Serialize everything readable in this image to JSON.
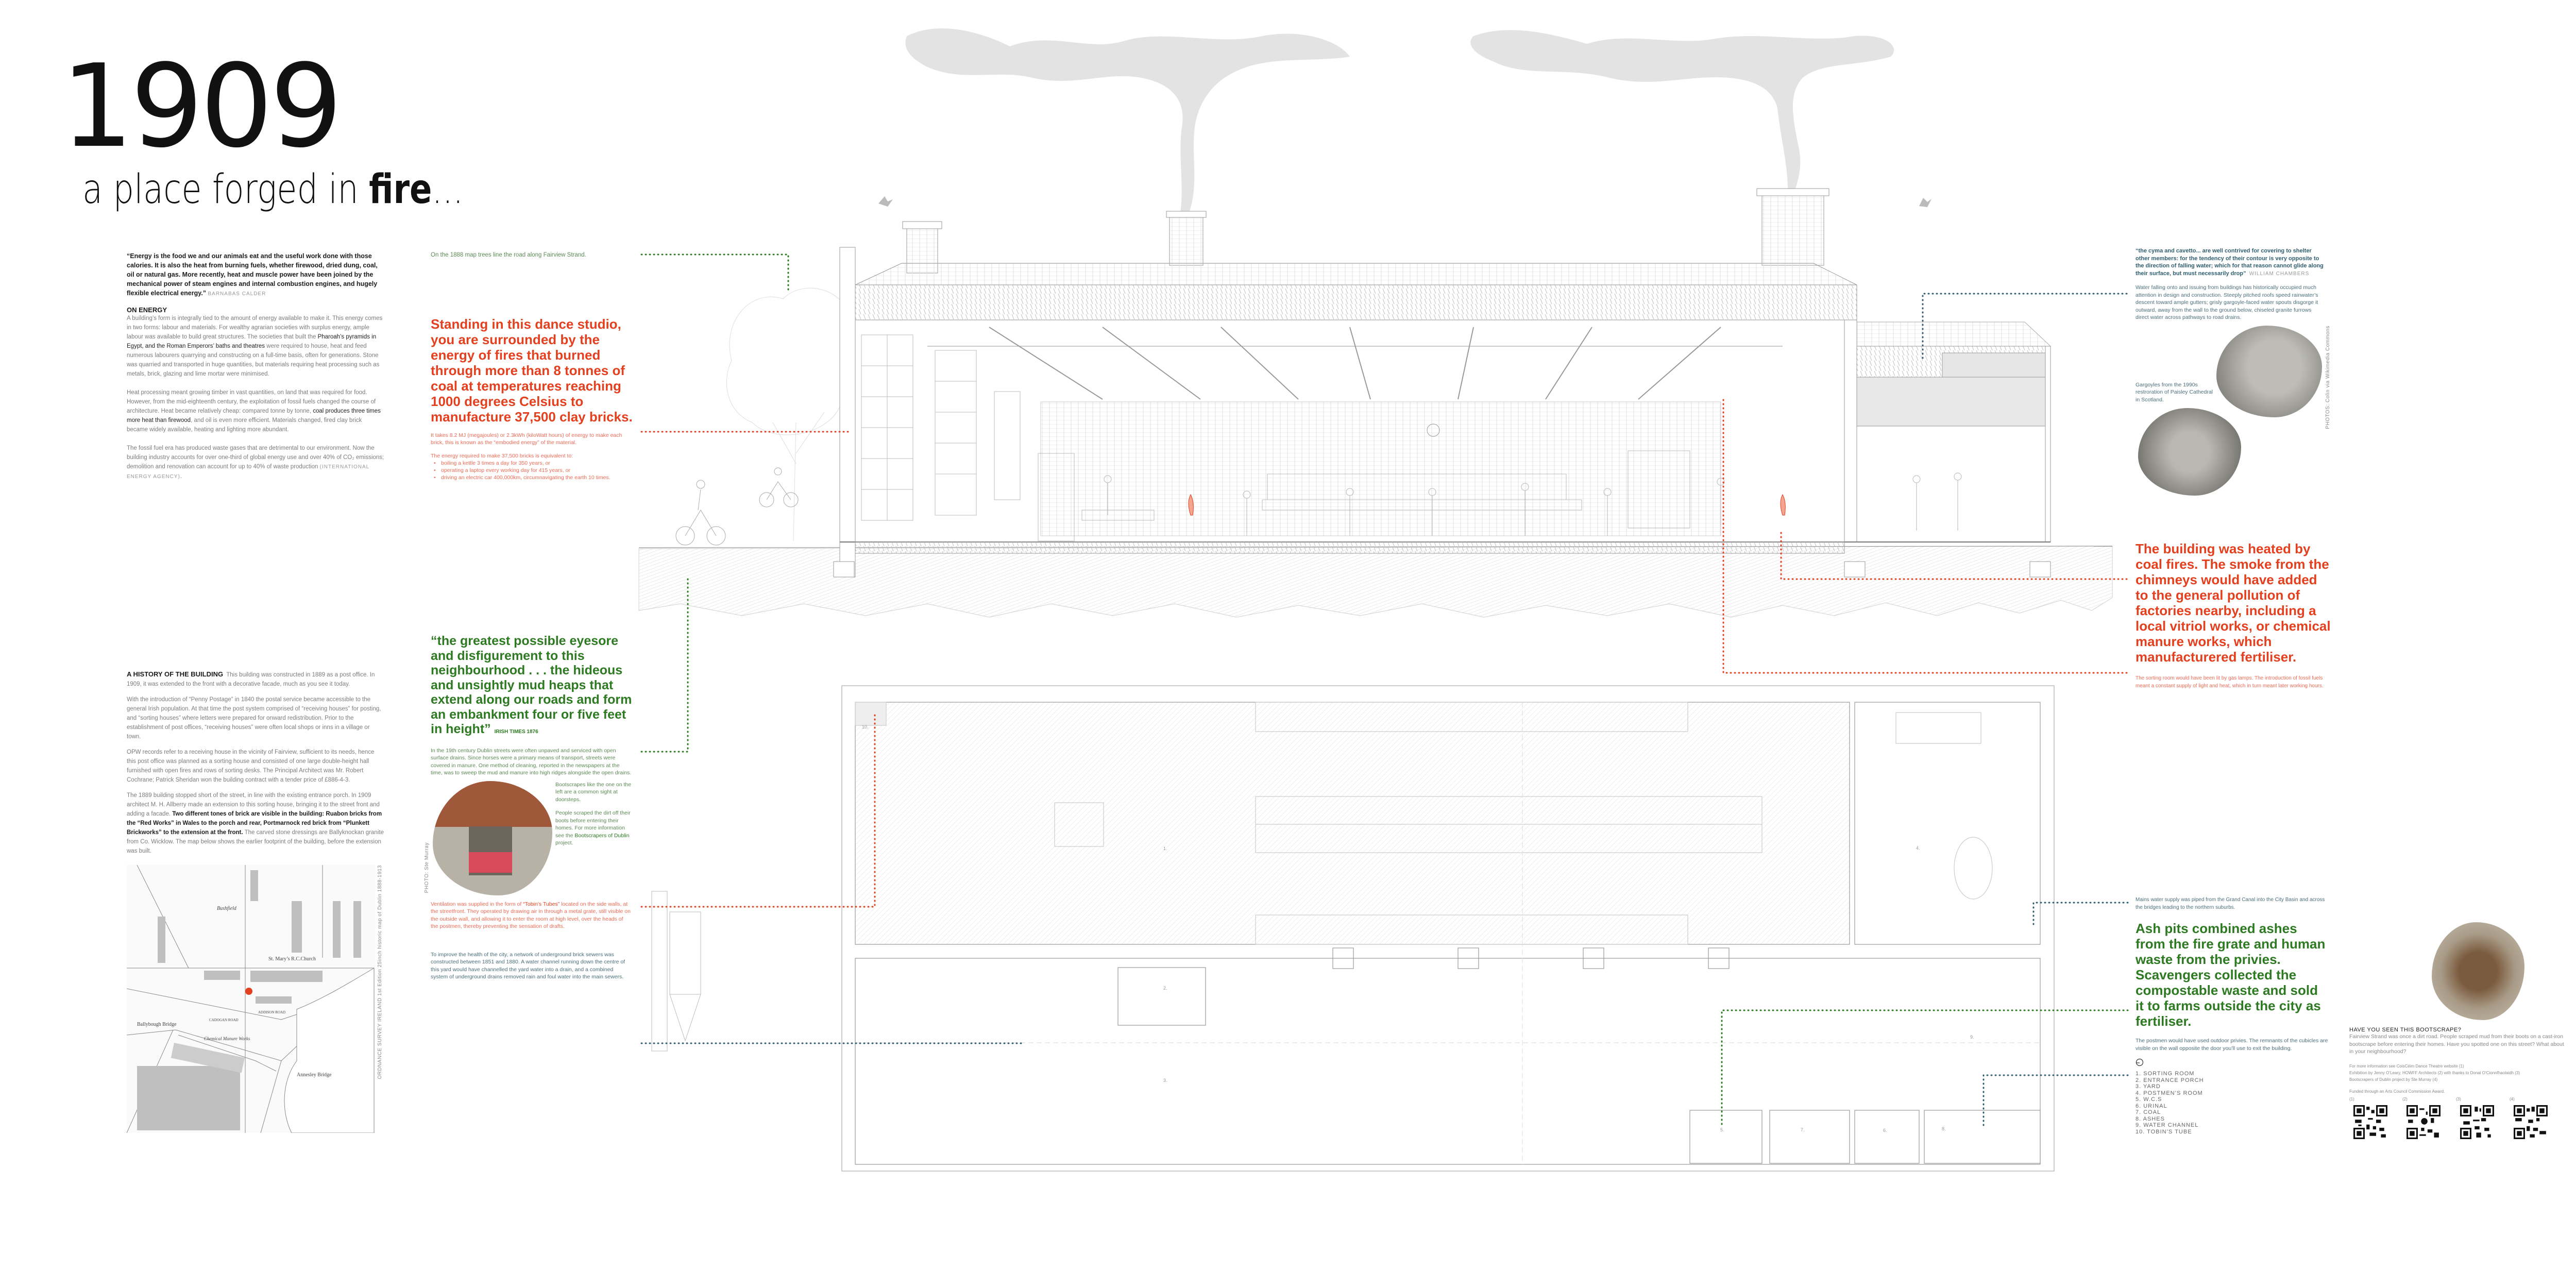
{
  "title": {
    "year": "1909",
    "subtitle_pre": "a place forged in ",
    "subtitle_bold": "fire",
    "subtitle_post": "..."
  },
  "left": {
    "quote": {
      "text": "“Energy is the food we and our animals eat and the useful work done with those calories.  It is also the heat from burning fuels, whether firewood, dried dung, coal, oil or natural gas. More recently, heat and muscle power have been joined by the mechanical power of steam engines and internal combustion engines, and hugely flexible electrical energy.”",
      "attribution": "BARNABAS CALDER"
    },
    "on_energy": {
      "heading": "ON ENERGY",
      "p1": {
        "a": "A building’s form is integrally tied to the amount of energy available to make it. This energy comes in two forms: labour and materials.  For wealthy agrarian societies with surplus energy, ample labour was available to build great structures. The societies that built the ",
        "b": "Pharoah’s pyramids in Egypt, and the Roman Emperors’ baths and theatres",
        "c": " were required to house, heat and feed numerous labourers quarrying and constructing on a full-time basis, often for generations. Stone was quarried and transported in huge quantities, but materials requiring heat processing such as metals, brick, glazing and lime mortar were minimised."
      },
      "p2": {
        "a": "Heat processing meant growing timber in vast quantities, on land that was required for food. However, from the mid-eighteenth century, the exploitation of fossil fuels changed the course of architecture. Heat became relatively cheap: compared tonne by tonne, ",
        "b": "coal produces three times more heat than firewood",
        "c": ", and oil is even more efficient. Materials changed, fired clay brick became widely available, heating and lighting more abundant."
      },
      "p3": {
        "a": "The fossil fuel era has produced waste gases that are detrimental to our environment. Now the building industry accounts for over one-third of global energy use and over 40% of CO₂ emissions; demolition and renovation can account for up to 40% of waste production ",
        "src": "(INTERNATIONAL ENERGY AGENCY)",
        "end": "."
      }
    },
    "history": {
      "heading": "A HISTORY OF THE BUILDING",
      "intro": "This building was constructed in 1889 as a post office.   In 1909, it was extended to the front with a decorative facade, much as you see it today.",
      "p1": "With the introduction of “Penny Postage” in 1840 the postal service became accessible to the general Irish population.   At that time the post system comprised of “receiving houses” for posting,  and “sorting houses” where letters were prepared for onward redistribution. Prior to the establishment of post offices, “receiving houses” were often local shops or inns in a village or town.",
      "p2": "OPW records refer to a receiving house in the vicinity of Fairview, sufficient to its needs, hence this post office was planned as a sorting house and consisted of one large double-height hall furnished with open fires and rows of sorting desks.  The Principal Architect was Mr. Robert Cochrane; Patrick Sheridan won the building contract with a tender price of £886-4-3.",
      "p3": {
        "a": "The 1889 building stopped short of the street, in line with the existing entrance porch.  In 1909 architect M. H. Allberry made an extension to this sorting house, bringing it to the street front and adding a facade.  ",
        "b": "Two different tones of brick are visible in the building: Ruabon bricks from the “Red Works” in Wales to the porch and rear, Portmarnock red brick from “Plunkett Brickworks” to the extension at the front.",
        "c": " The carved stone dressings are Ballyknockan granite from Co. Wicklow. The map below shows the earlier footprint of the building, before the extension was built."
      }
    },
    "map": {
      "credit": "ORDNANCE SURVEY IRELAND 1st Edition 25inch historic map of Dublin 1888-1913",
      "labels": [
        "Bushfield",
        "St. Mary’s R.C.Church",
        "Ballybough Bridge",
        "Chemical Manure Works",
        "ADDISON ROAD",
        "CADOGAN ROAD",
        "Annesley Bridge"
      ]
    }
  },
  "middle": {
    "trees_note": "On the 1888 map trees line the road along Fairview Strand.",
    "fire_heading": "Standing in this dance studio, you are surrounded by the energy of fires that burned through more than 8 tonnes of coal at temperatures reaching 1000 degrees Celsius to manufacture 37,500 clay bricks.",
    "embodied": "It takes 8.2 MJ (megajoules) or 2.3kWh (kiloWatt hours) of energy to make each brick, this is known as the “embodied energy” of the material.",
    "equivalent_intro": "The energy required to make 37,500 bricks is equivalent to:",
    "equivalents": [
      "boiling a kettle 3 times a day for 350 years, or",
      "operating a laptop every working day for 415 years,  or",
      "driving an electric car 400,000km, circumnavigating the earth 10 times."
    ],
    "eyesore_quote": "“the greatest possible eyesore and disfigurement to this neighbourhood . . . the hideous and unsightly mud heaps that extend along our roads and form an embankment four or five feet in height”",
    "eyesore_attribution": "IRISH TIMES 1876",
    "streets": "In the 19th century Dublin streets were often unpaved and serviced with open surface drains. Since horses were a primary means of transport, streets were covered in manure. One method of cleaning, reported in the newspapers at the time, was to sweep the mud and manure into high ridges alongside the open drains.",
    "bootscrapers_note": "Bootscrapes like the one on the left are a common sight at doorsteps.",
    "bootscrapers_more": {
      "a": "People scraped the dirt off their boots before entering their homes. For more information see the ",
      "link": "Bootscrapers of Dublin",
      "c": " project."
    },
    "photo_credit": "PHOTO: Ste Murray",
    "tobin": {
      "a": "Ventilation was supplied in the form of ",
      "b": "“Tobin’s Tubes”",
      "c": " located on the side walls, at the streetfront. They operated by drawing air in through a metal grate, still visible on the outside wall, and allowing it to enter the room at high level, over the heads of the postmen, thereby preventing the sensation of drafts."
    },
    "sewers": "To improve the health of the city, a network of underground brick sewers was constructed between 1851 and 1880.  A water channel running down the centre of this yard would have channelled the yard water into a drain, and a combined system of underground drains removed rain and foul water into the main sewers."
  },
  "right": {
    "chambers_quote": "“the cyma and cavetto... are well contrived for covering to shelter other members: for the tendency of their contour is very opposite to the direction of falling water; which for that reason cannot glide along their surface, but must necessarily drop”",
    "chambers_attribution": "WILLIAM CHAMBERS",
    "water": "Water falling onto and issuing from buildings has historically occupied much attention in design and construction. Steeply pitched roofs speed rainwater’s descent toward ample gutters; grisly gargoyle-faced water spouts disgorge it outward, away from the wall to the ground below, chiseled granite furrows direct water across pathways to road drains.",
    "gargoyle_caption": "Gargoyles from the 1990s restroration of Paisley Cathedral in Scotland.",
    "photo_credit": "PHOTOS: Colin via Wikimedia Commons",
    "coal_heading": "The building was heated by coal fires. The smoke from the chimneys would have added to the general pollution of factories nearby, including a local vitriol works, or chemical manure works, which manufacturered fertiliser.",
    "gas_lamps": "The sorting room would have been lit by gas lamps. The introduction of fossil fuels meant a constant supply of light and heat, which in turn meant later working hours.",
    "mains": "Mains water supply was piped from the Grand Canal into the City Basin and across the bridges leading to the northern suburbs.",
    "ash_heading": "Ash pits combined ashes from the fire grate and human waste from the privies.  Scavengers collected the compostable waste and sold it to farms outside the city as fertiliser.",
    "privies": "The postmen would have used outdoor privies. The remnants of the cubicles are visible on the wall opposite the door you’ll use to exit the building.",
    "legend": [
      "1. SORTING ROOM",
      "2. ENTRANCE PORCH",
      "3. YARD",
      "4. POSTMEN’S ROOM",
      "5. W.C.S",
      "6. URINAL",
      "7. COAL",
      "8. ASHES",
      "9. WATER CHANNEL",
      "10. TOBIN’S TUBE"
    ],
    "bootscrape_heading": "HAVE YOU SEEN THIS BOOTSCRAPE?",
    "bootscrape_text": "Fairview Strand was once a dirt road. People scraped mud from their boots on a cast-iron bootscrape before entering their homes.  Have you spotted one on this street? What about in your neighbourhood?",
    "credits": [
      "For more information see CoisCéim Dance Theatre website (1)",
      "Exhibition by Jenny O’Leary, HOWFF Architects (2) with thanks to Donal O’Cionnfhaolaidh (3)",
      "Bootscrapers of Dublin project by Ste Murray (4)"
    ],
    "funded": "Funded through an Arts Council Commission Award.",
    "qr_labels": [
      "(1)",
      "(2)",
      "(3)",
      "(4)"
    ]
  },
  "plan": {
    "labels": [
      "1.",
      "2.",
      "3.",
      "4.",
      "5.",
      "6.",
      "7.",
      "8.",
      "9.",
      "10."
    ]
  },
  "colors": {
    "red": "#e2401f",
    "green": "#2e7a22",
    "teal": "#2f5f70",
    "smoke": "#e3e3e3"
  }
}
